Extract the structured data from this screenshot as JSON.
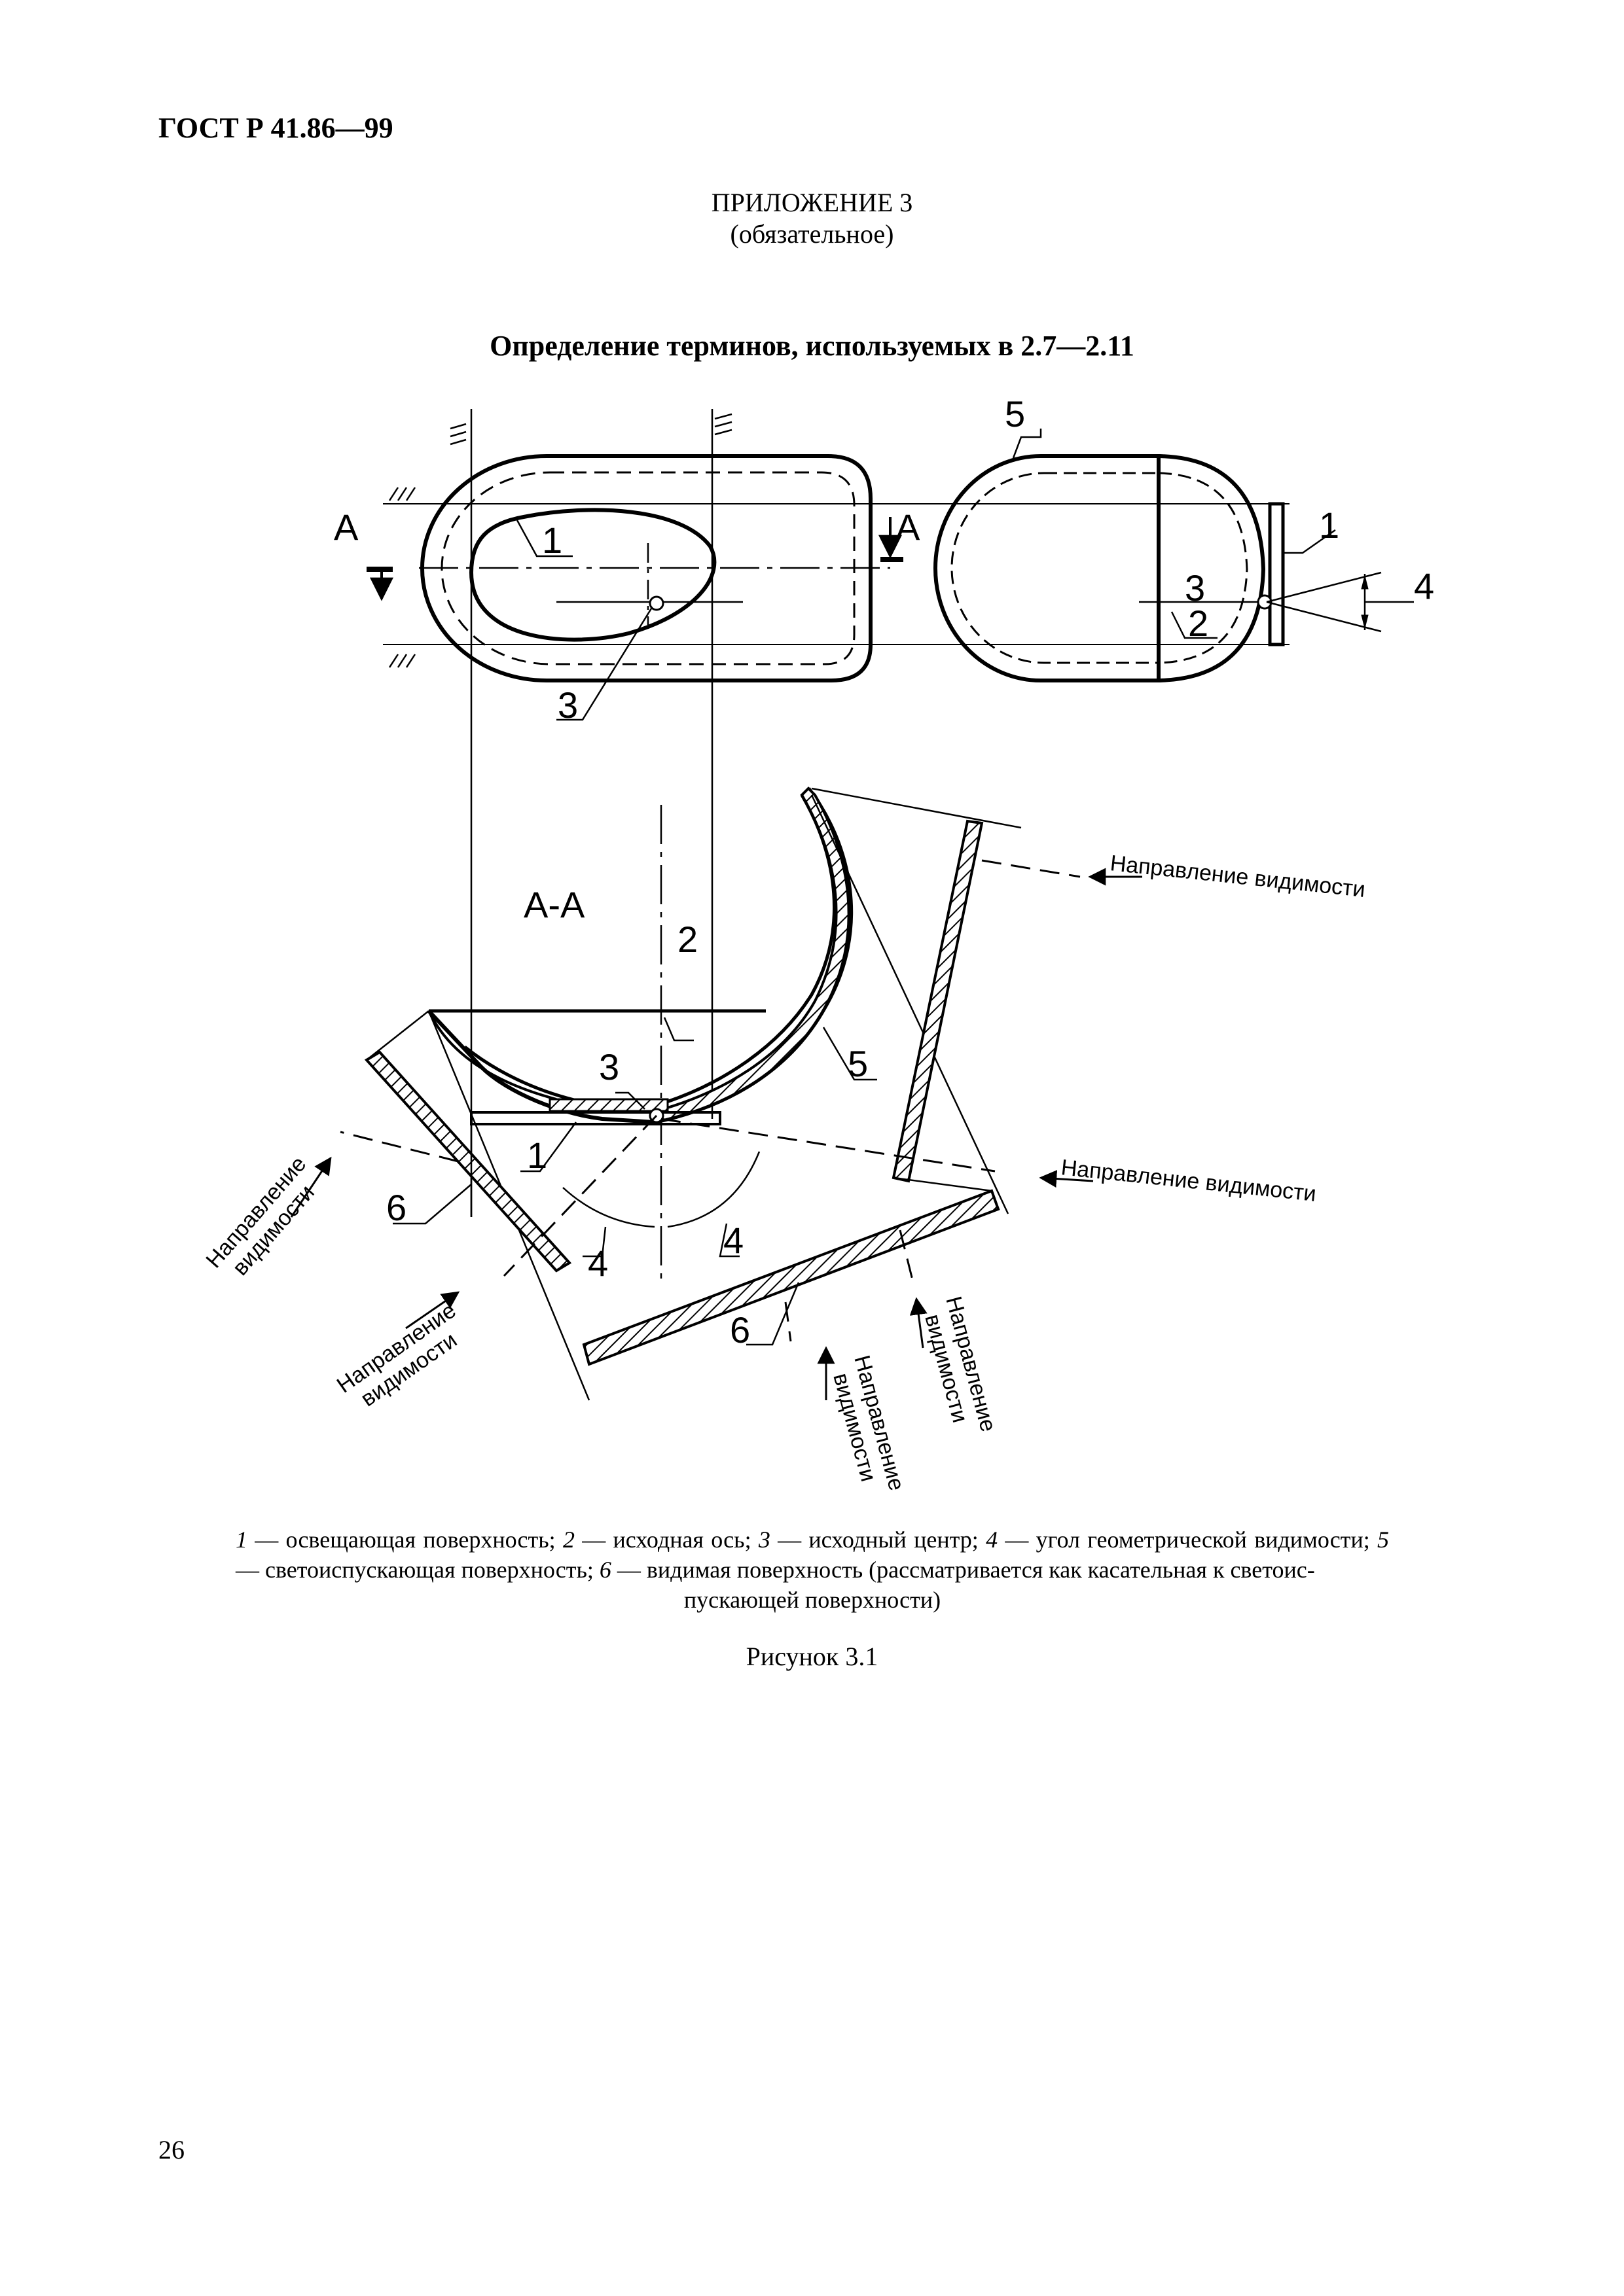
{
  "header": {
    "doc_code": "ГОСТ Р 41.86—99"
  },
  "appendix": {
    "title": "ПРИЛОЖЕНИЕ 3",
    "note": "(обязательное)"
  },
  "section": {
    "title": "Определение терминов, используемых в 2.7—2.11"
  },
  "figure": {
    "labels": {
      "n1": "1",
      "n2": "2",
      "n3": "3",
      "n4": "4",
      "n5": "5",
      "n6": "6",
      "section_mark": "А",
      "section_view": "А-А"
    },
    "direction_label": "Направление видимости",
    "direction_line1": "Направление",
    "direction_line2": "видимости"
  },
  "legend": {
    "items": [
      {
        "num": "1",
        "text": " — освещающая поверхность; "
      },
      {
        "num": "2",
        "text": " — исходная ось; "
      },
      {
        "num": "3",
        "text": " — исходный центр; "
      },
      {
        "num": "4",
        "text": " — угол геометрической видимости;"
      },
      {
        "num": "5",
        "text": " — светоиспускающая поверхность; "
      },
      {
        "num": "6",
        "text": " — видимая поверхность (рассматривается как касательная к светоис-"
      }
    ],
    "last_line": "пускающей поверхности)"
  },
  "caption": "Рисунок 3.1",
  "page_number": "26"
}
